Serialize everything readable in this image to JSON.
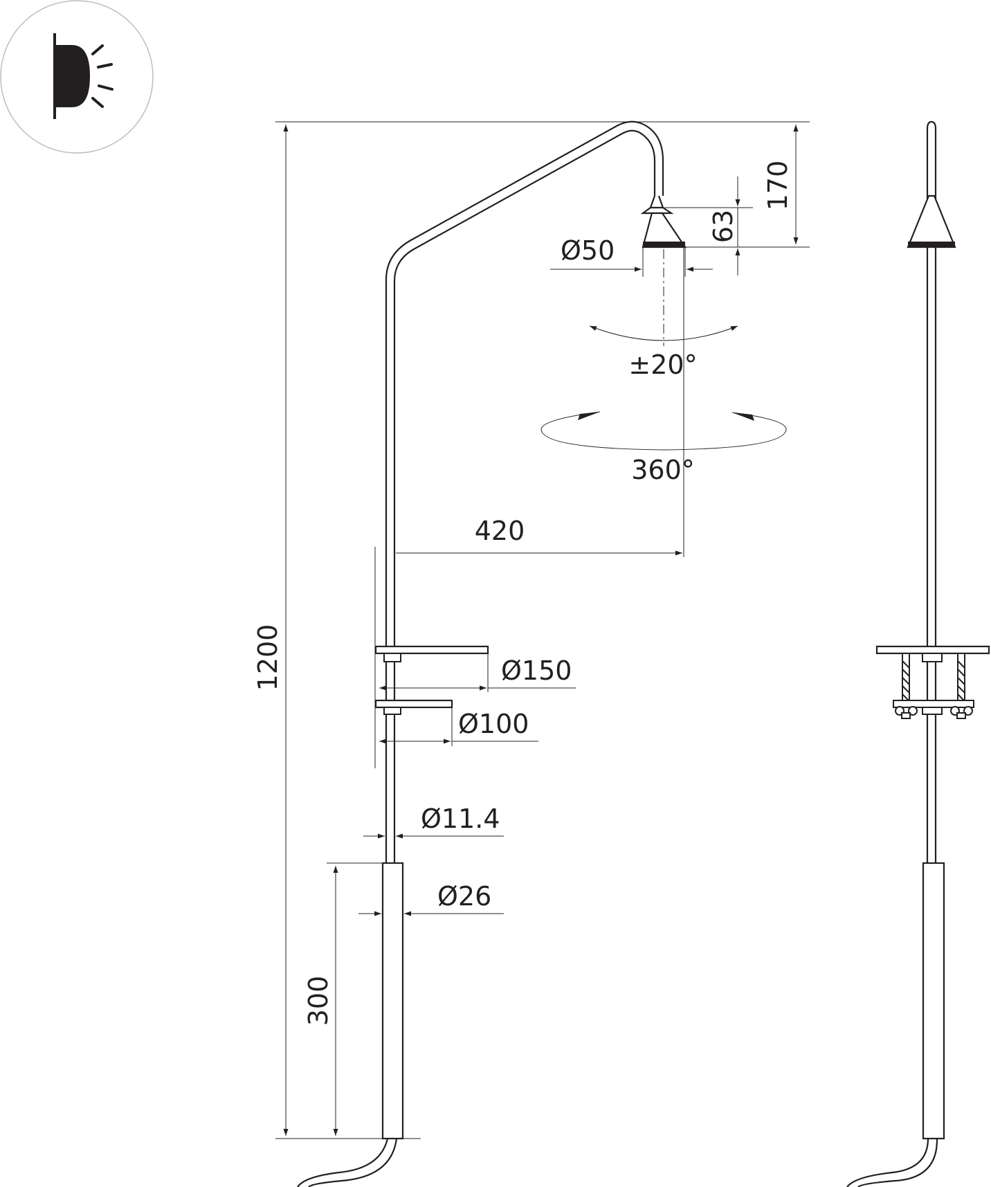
{
  "icon": {
    "name": "wall-lamp-directional-light-icon"
  },
  "dimensions": {
    "total_height": "1200",
    "top_height": "170",
    "shade_height": "63",
    "shade_diameter": "Ø50",
    "tilt_angle": "±20°",
    "rotation_angle": "360°",
    "reach": "420",
    "upper_clamp_diameter": "Ø150",
    "lower_clamp_diameter": "Ø100",
    "rod_diameter": "Ø11.4",
    "grip_diameter": "Ø26",
    "grip_length": "300"
  },
  "colors": {
    "line": "#231f20",
    "background": "#ffffff",
    "circle": "#bdbdbd"
  }
}
